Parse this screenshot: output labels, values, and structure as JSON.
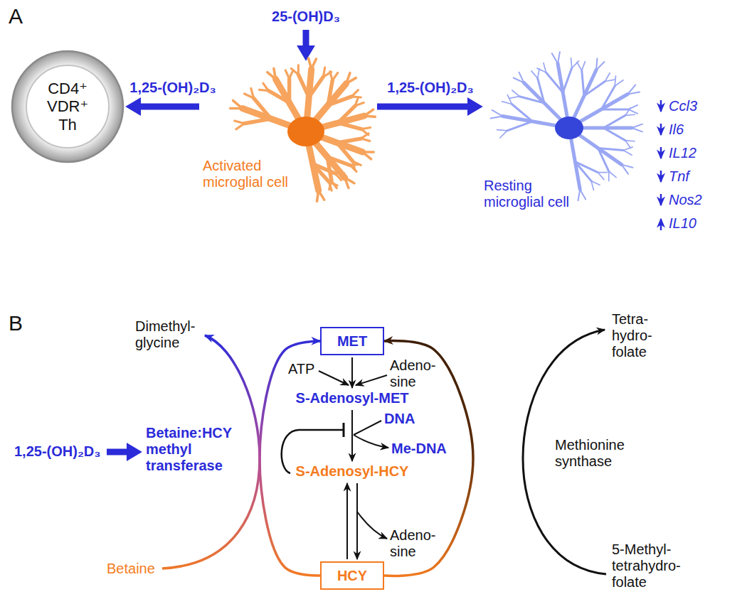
{
  "diagram": {
    "nodes": [
      {
        "text": [
          "CD4⁺ VDR⁺ Th"
        ]
      },
      {
        "text": [
          "Activated microglial cell"
        ]
      },
      {
        "text": [
          "Resting microglial cell"
        ]
      },
      {
        "text": [
          "MET"
        ]
      },
      {
        "text": [
          "HCY"
        ]
      }
    ],
    "edges": [
      {
        "from": 1,
        "to": 0,
        "label": "1,25-(OH)₂D₃",
        "arrow": "to"
      },
      {
        "from": 1,
        "to": 2,
        "label": "1,25-(OH)₂D₃",
        "arrow": "to"
      },
      {
        "from": 4,
        "to": 3,
        "arrow": "to"
      },
      {
        "from": 4,
        "to": 3,
        "arrow": "to"
      }
    ],
    "labels": [
      "A",
      "25-(OH)D₃",
      "Ccl3",
      "Il6",
      "IL12",
      "Tnf",
      "Nos2",
      "IL10",
      "B",
      "Dimethyl- glycine",
      "ATP",
      "Adeno- sine",
      "S-Adenosyl-MET",
      "DNA",
      "Me-DNA",
      "S-Adenosyl-HCY",
      "Adeno- sine",
      "Tetra- hydro- folate",
      "Methionine synthase",
      "1,25-(OH)₂D₃",
      "Betaine:HCY methyl transferase",
      "Betaine",
      "5-Methyl- tetrahydro- folate"
    ]
  }
}
